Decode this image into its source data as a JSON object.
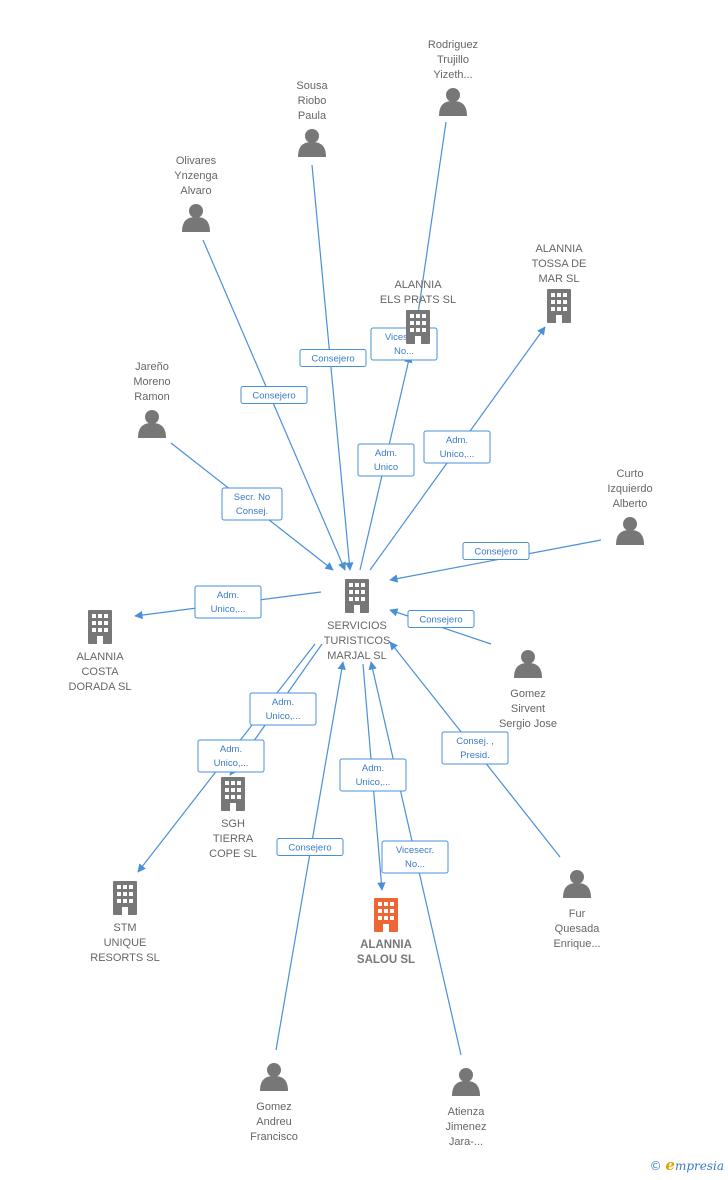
{
  "colors": {
    "edge": "#4a90d9",
    "node": "#777777",
    "highlight": "#ee6633"
  },
  "nodes": [
    {
      "id": "servicios",
      "type": "company",
      "lines": [
        "SERVICIOS",
        "TURISTICOS",
        "MARJAL SL"
      ]
    },
    {
      "id": "alannia_salou",
      "type": "company",
      "highlight": true,
      "lines": [
        "ALANNIA",
        "SALOU SL"
      ]
    },
    {
      "id": "alannia_els_prats",
      "type": "company",
      "lines": [
        "ALANNIA",
        "ELS PRATS SL"
      ]
    },
    {
      "id": "alannia_tossa",
      "type": "company",
      "lines": [
        "ALANNIA",
        "TOSSA DE",
        "MAR SL"
      ]
    },
    {
      "id": "alannia_costa",
      "type": "company",
      "lines": [
        "ALANNIA",
        "COSTA",
        "DORADA SL"
      ]
    },
    {
      "id": "sgh",
      "type": "company",
      "lines": [
        "SGH",
        "TIERRA",
        "COPE SL"
      ]
    },
    {
      "id": "stm",
      "type": "company",
      "lines": [
        "STM",
        "UNIQUE",
        "RESORTS SL"
      ]
    },
    {
      "id": "rodriguez",
      "type": "person",
      "lines": [
        "Rodriguez",
        "Trujillo",
        "Yizeth..."
      ]
    },
    {
      "id": "sousa",
      "type": "person",
      "lines": [
        "Sousa",
        "Riobo",
        "Paula"
      ]
    },
    {
      "id": "olivares",
      "type": "person",
      "lines": [
        "Olivares",
        "Ynzenga",
        "Alvaro"
      ]
    },
    {
      "id": "jareno",
      "type": "person",
      "lines": [
        "Jareño",
        "Moreno",
        "Ramon"
      ]
    },
    {
      "id": "curto",
      "type": "person",
      "lines": [
        "Curto",
        "Izquierdo",
        "Alberto"
      ]
    },
    {
      "id": "gomez_s",
      "type": "person",
      "lines": [
        "Gomez",
        "Sirvent",
        "Sergio Jose"
      ]
    },
    {
      "id": "fur",
      "type": "person",
      "lines": [
        "Fur",
        "Quesada",
        "Enrique..."
      ]
    },
    {
      "id": "gomez_a",
      "type": "person",
      "lines": [
        "Gomez",
        "Andreu",
        "Francisco"
      ]
    },
    {
      "id": "atienza",
      "type": "person",
      "lines": [
        "Atienza",
        "Jimenez",
        "Jara-..."
      ]
    }
  ],
  "edges": [
    {
      "from": "rodriguez",
      "to": "servicios",
      "lines": [
        "Vicesecr.",
        "No..."
      ]
    },
    {
      "from": "sousa",
      "to": "servicios",
      "lines": [
        "Consejero"
      ]
    },
    {
      "from": "olivares",
      "to": "servicios",
      "lines": [
        "Consejero"
      ]
    },
    {
      "from": "jareno",
      "to": "servicios",
      "lines": [
        "Secr. No",
        "Consej."
      ]
    },
    {
      "from": "servicios",
      "to": "alannia_els_prats",
      "lines": [
        "Adm.",
        "Unico"
      ]
    },
    {
      "from": "servicios",
      "to": "alannia_tossa",
      "lines": [
        "Adm.",
        "Unico,..."
      ]
    },
    {
      "from": "curto",
      "to": "servicios",
      "lines": [
        "Consejero"
      ]
    },
    {
      "from": "servicios",
      "to": "alannia_costa",
      "lines": [
        "Adm.",
        "Unico,..."
      ]
    },
    {
      "from": "gomez_s",
      "to": "servicios",
      "lines": [
        "Consejero"
      ]
    },
    {
      "from": "fur",
      "to": "servicios",
      "lines": [
        "Consej. ,",
        "Presid."
      ]
    },
    {
      "from": "servicios",
      "to": "sgh",
      "lines": [
        "Adm.",
        "Unico,..."
      ]
    },
    {
      "from": "servicios",
      "to": "stm",
      "lines": [
        "Adm.",
        "Unico,..."
      ]
    },
    {
      "from": "servicios",
      "to": "alannia_salou",
      "lines": [
        "Adm.",
        "Unico,..."
      ]
    },
    {
      "from": "gomez_a",
      "to": "servicios",
      "lines": [
        "Consejero"
      ]
    },
    {
      "from": "atienza",
      "to": "servicios",
      "lines": [
        "Vicesecr.",
        "No..."
      ]
    }
  ],
  "footer": {
    "copyright": "©",
    "brand_initial": "e",
    "brand_rest": "mpresia"
  }
}
